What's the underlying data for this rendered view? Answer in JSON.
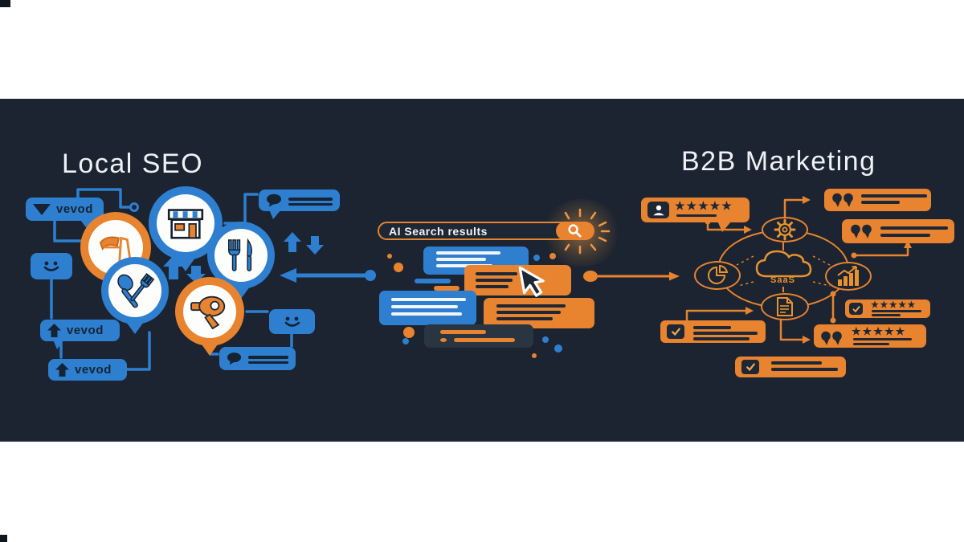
{
  "page": {
    "background": "#ffffff",
    "panel_background": "#1b2430"
  },
  "colors": {
    "blue": "#2e7fd0",
    "orange": "#e8832f",
    "dark_ink": "#15202e",
    "light_text": "#eef1f5"
  },
  "left_section": {
    "title": "Local SEO",
    "review_bubbles": [
      {
        "label": "vevod",
        "arrow": "down"
      },
      {
        "label": "vevod",
        "arrow": "up"
      },
      {
        "label": "vevod",
        "arrow": "up"
      }
    ],
    "map_pins": [
      {
        "icon": "storefront",
        "color": "blue"
      },
      {
        "icon": "hammer-tool",
        "color": "orange"
      },
      {
        "icon": "fork-knife",
        "color": "blue"
      },
      {
        "icon": "spoon-fork-crossed",
        "color": "blue"
      },
      {
        "icon": "hair-dryer",
        "color": "orange"
      }
    ],
    "other_bubbles": [
      "smiley-face",
      "chat-with-lines",
      "smiley-face",
      "chat-with-lines"
    ],
    "arrows": [
      "up",
      "down",
      "up",
      "down",
      "long-left"
    ]
  },
  "center_section": {
    "search_bar": {
      "query": "AI Search results",
      "button_icon": "magnifier"
    },
    "result_cards": [
      "blue-text-card",
      "orange-text-card-clicked",
      "blue-text-card",
      "orange-text-card",
      "dark-text-card"
    ],
    "cursor": "mouse-pointer-clicking"
  },
  "right_section": {
    "title": "B2B Marketing",
    "hub": {
      "cloud_label": "SaaS",
      "nodes": [
        "gear",
        "pie-chart",
        "bar-chart",
        "document"
      ]
    },
    "rating_stars": "★★★★★",
    "cards": [
      {
        "icon": "person",
        "has_stars": true
      },
      {
        "icon": "quotes",
        "has_stars": false
      },
      {
        "icon": "quotes",
        "has_stars": false
      },
      {
        "icon": "checkbox",
        "has_stars": true
      },
      {
        "icon": "checkbox",
        "has_stars": false
      },
      {
        "icon": "quotes",
        "has_stars": true
      },
      {
        "icon": "checkbox",
        "has_stars": false
      }
    ]
  }
}
